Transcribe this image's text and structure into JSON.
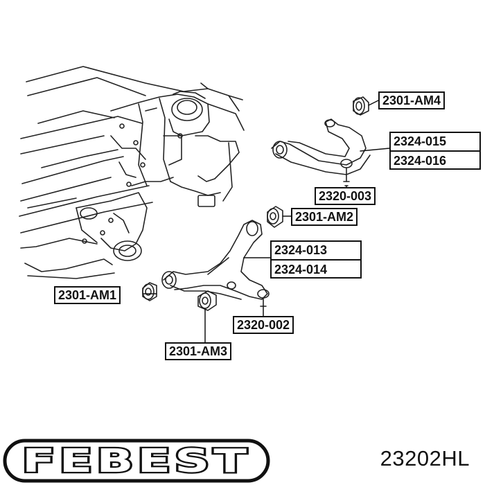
{
  "callouts": {
    "am4": "2301-AM4",
    "upper_arm_a": "2324-015",
    "upper_arm_b": "2324-016",
    "upper_ball_joint": "2320-003",
    "am2": "2301-AM2",
    "lower_arm_a": "2324-013",
    "lower_arm_b": "2324-014",
    "am1": "2301-AM1",
    "lower_ball_joint": "2320-002",
    "am3": "2301-AM3"
  },
  "footer": {
    "logo_text": "FEBEST",
    "part_number": "23202HL"
  },
  "colors": {
    "ink": "#111111",
    "background": "#ffffff"
  }
}
